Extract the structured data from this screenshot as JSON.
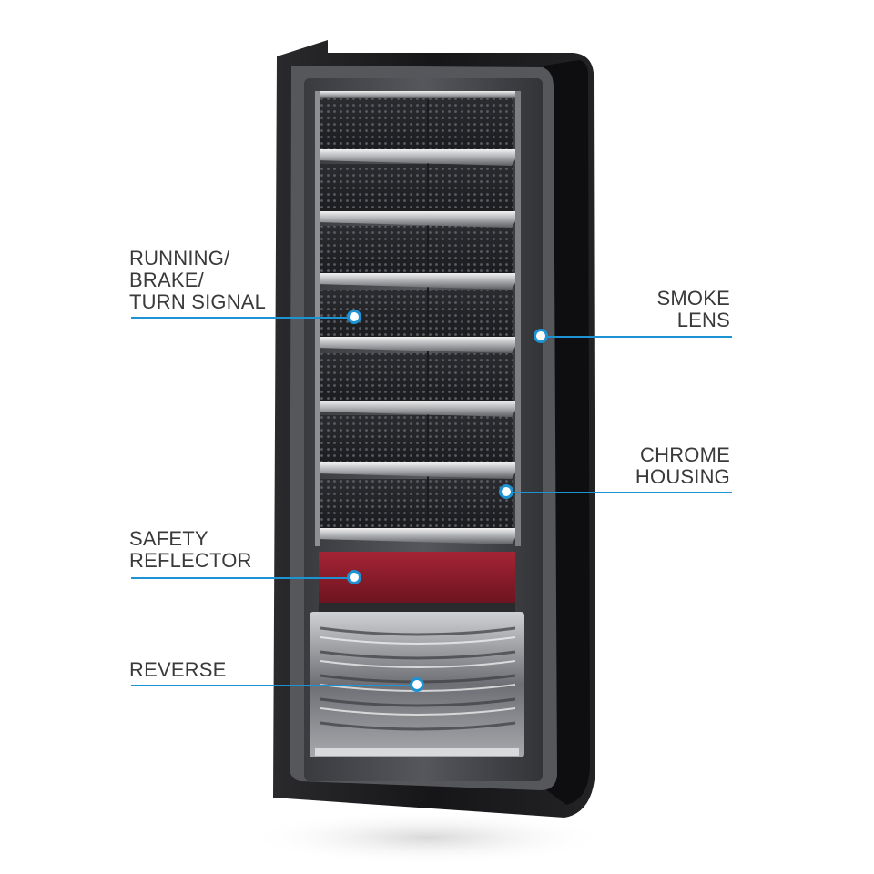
{
  "colors": {
    "accent": "#1d93d3",
    "label_text": "#3a3a3a",
    "reflector_red": "#8f1d2b",
    "housing_black": "#1b1b1d"
  },
  "callouts": {
    "running": {
      "text": "RUNNING/\nBRAKE/\nTURN SIGNAL"
    },
    "smoke": {
      "text": "SMOKE\nLENS"
    },
    "chrome": {
      "text": "CHROME\nHOUSING"
    },
    "reflector": {
      "text": "SAFETY\nREFLECTOR"
    },
    "reverse": {
      "text": "REVERSE"
    }
  }
}
